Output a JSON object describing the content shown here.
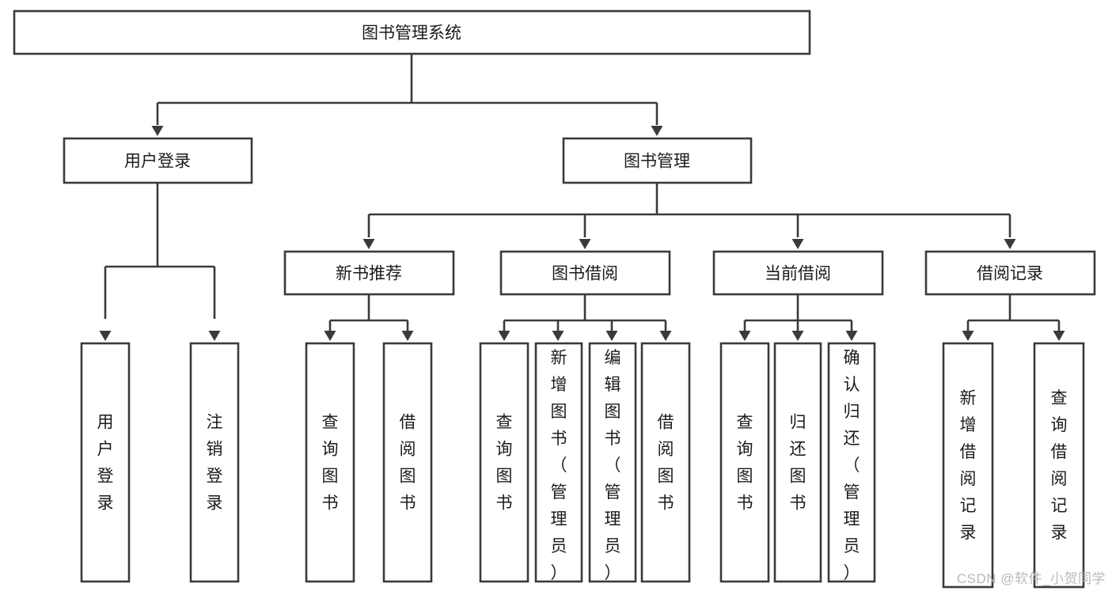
{
  "diagram": {
    "type": "tree",
    "title": "图书管理系统",
    "orientation": "top-down",
    "watermark": "CSDN @软件_小贺同学",
    "colors": {
      "background": "#ffffff",
      "box_stroke": "#3a3a3a",
      "box_fill": "#ffffff",
      "connector": "#3a3a3a",
      "text": "#1b1b1b",
      "watermark": "#b9b9b9"
    },
    "root": {
      "id": "root",
      "label": "图书管理系统"
    },
    "level1": [
      {
        "id": "user-login",
        "label": "用户登录"
      },
      {
        "id": "book-manage",
        "label": "图书管理"
      }
    ],
    "level2": [
      {
        "id": "new-book-recommend",
        "label": "新书推荐",
        "parent": "book-manage"
      },
      {
        "id": "book-borrow",
        "label": "图书借阅",
        "parent": "book-manage"
      },
      {
        "id": "current-borrow",
        "label": "当前借阅",
        "parent": "book-manage"
      },
      {
        "id": "borrow-record",
        "label": "借阅记录",
        "parent": "book-manage"
      }
    ],
    "leaves": [
      {
        "id": "leaf-user-login",
        "label": "用户登录",
        "parent": "user-login"
      },
      {
        "id": "leaf-user-logout",
        "label": "注销登录",
        "parent": "user-login"
      },
      {
        "id": "leaf-query-book-1",
        "label": "查询图书",
        "parent": "new-book-recommend"
      },
      {
        "id": "leaf-borrow-book-1",
        "label": "借阅图书",
        "parent": "new-book-recommend"
      },
      {
        "id": "leaf-query-book-2",
        "label": "查询图书",
        "parent": "book-borrow"
      },
      {
        "id": "leaf-add-book",
        "label": "新增图书（管理员）",
        "parent": "book-borrow"
      },
      {
        "id": "leaf-edit-book",
        "label": "编辑图书（管理员）",
        "parent": "book-borrow"
      },
      {
        "id": "leaf-borrow-book-2",
        "label": "借阅图书",
        "parent": "book-borrow"
      },
      {
        "id": "leaf-query-book-3",
        "label": "查询图书",
        "parent": "current-borrow"
      },
      {
        "id": "leaf-return-book",
        "label": "归还图书",
        "parent": "current-borrow"
      },
      {
        "id": "leaf-confirm-return",
        "label": "确认归还（管理员）",
        "parent": "current-borrow"
      },
      {
        "id": "leaf-add-record",
        "label": "新增借阅记录",
        "parent": "borrow-record"
      },
      {
        "id": "leaf-query-record",
        "label": "查询借阅记录",
        "parent": "borrow-record"
      }
    ]
  }
}
